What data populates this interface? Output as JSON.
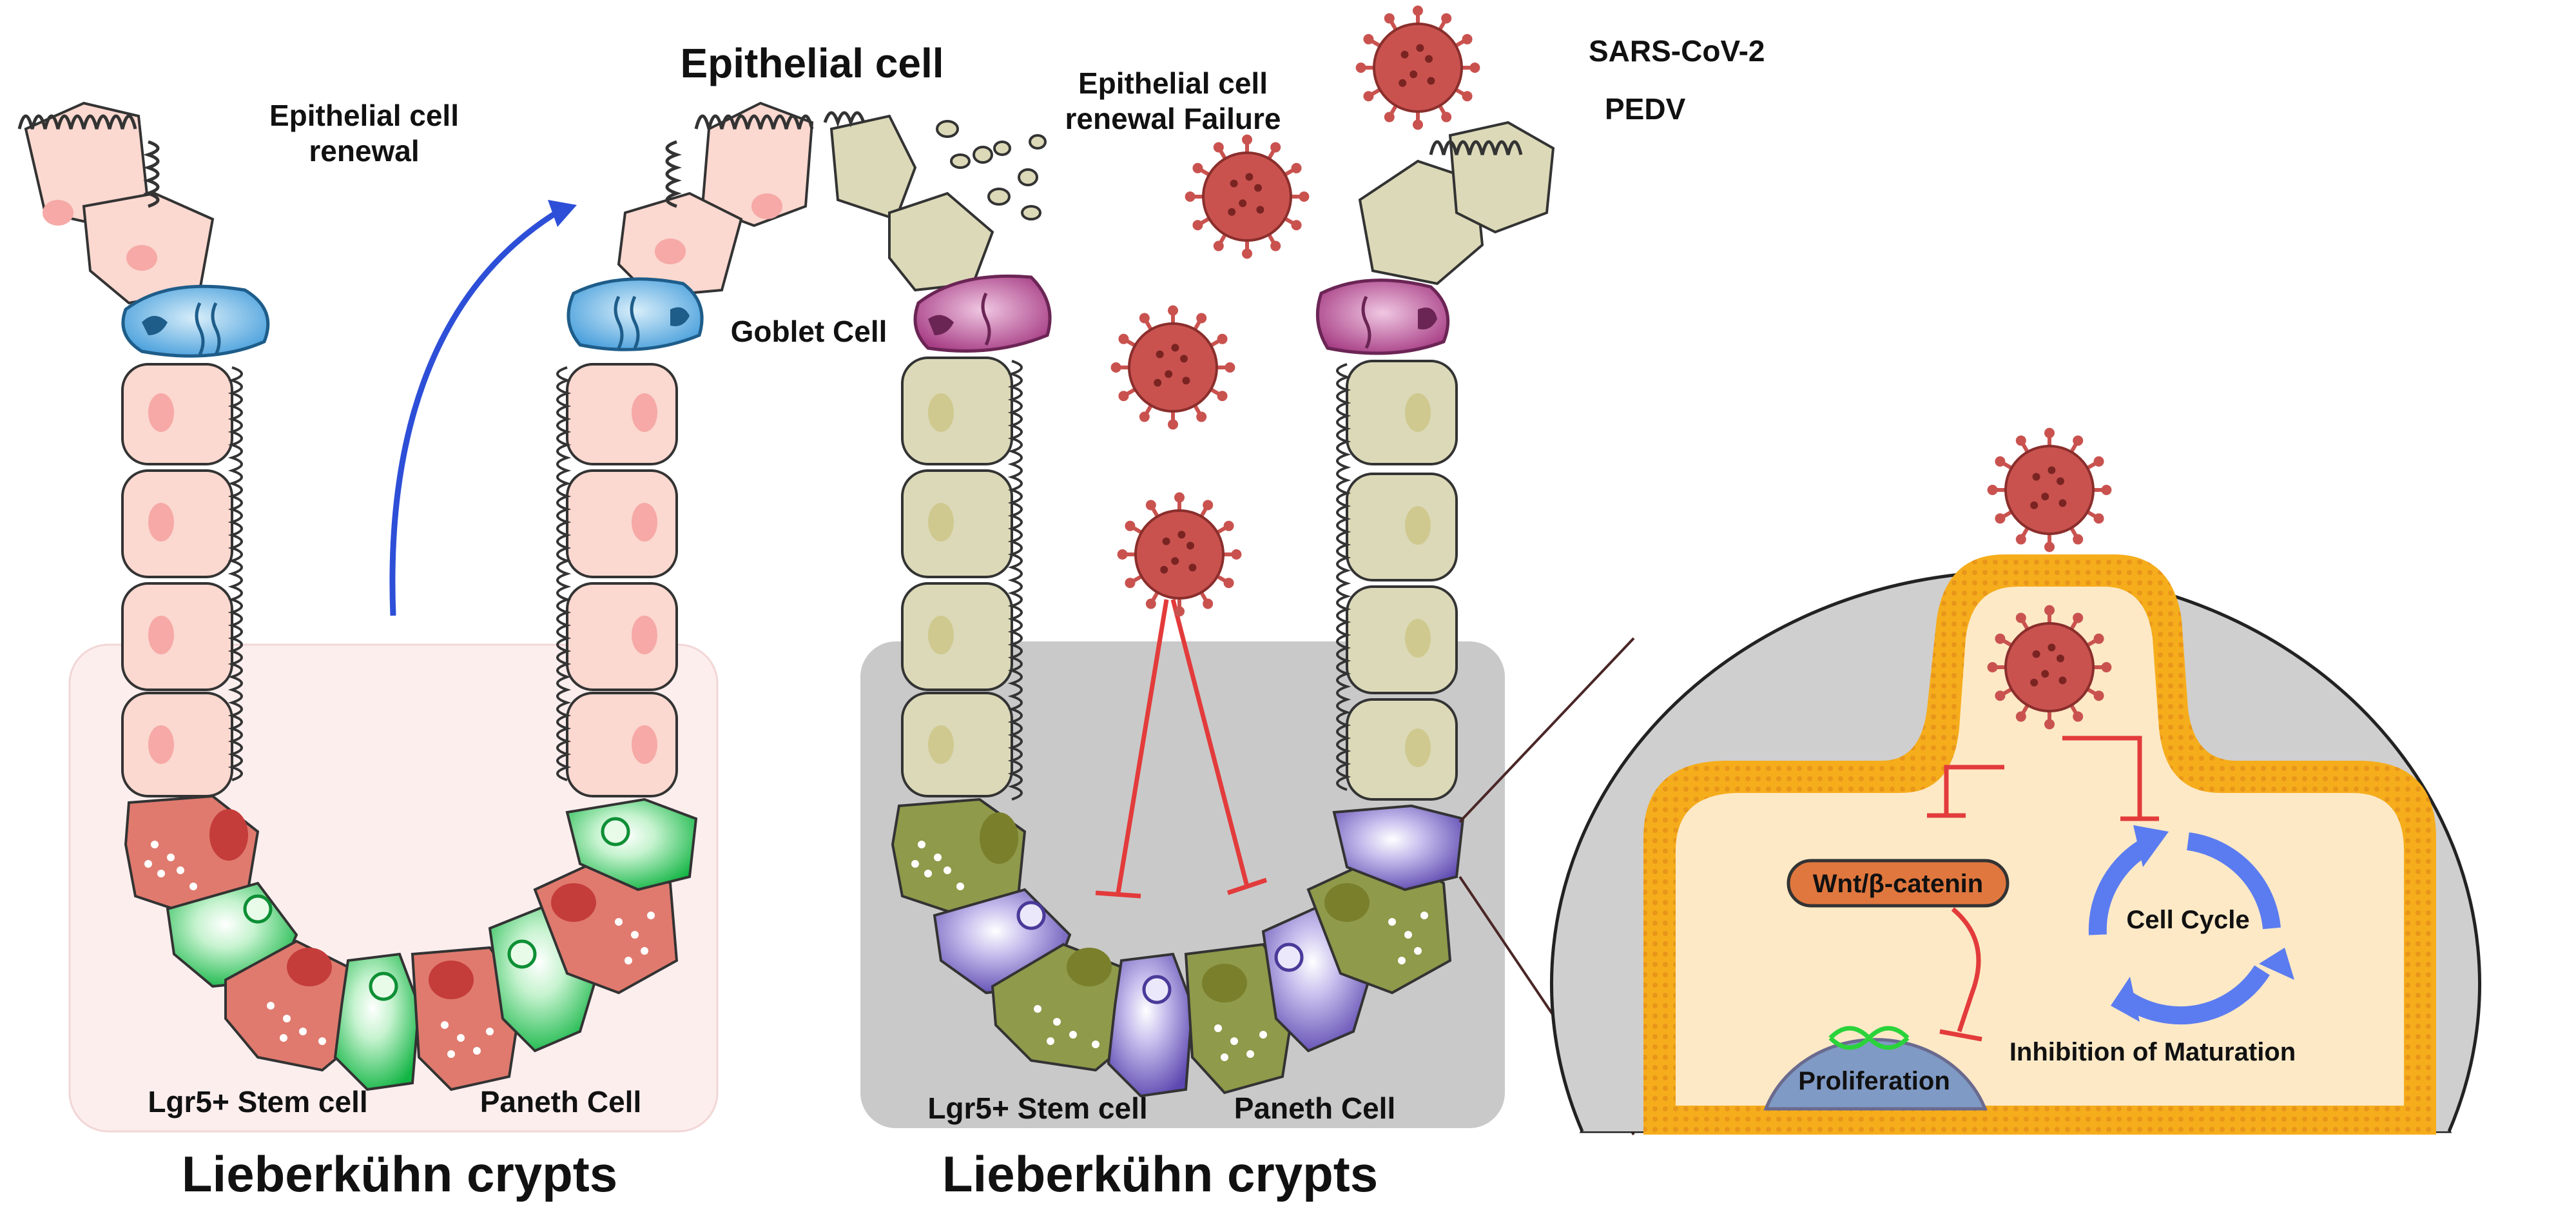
{
  "left_panel": {
    "renewal_label_line1": "Epithelial cell",
    "renewal_label_line2": "renewal",
    "epithelial_label": "Epithelial cell",
    "goblet_label": "Goblet Cell",
    "stem_label": "Lgr5+ Stem cell",
    "paneth_label": "Paneth Cell",
    "title": "Lieberkühn crypts"
  },
  "middle_panel": {
    "failure_label_line1": "Epithelial cell",
    "failure_label_line2": "renewal Failure",
    "virus_label_1": "SARS-CoV-2",
    "virus_label_2": "PEDV",
    "stem_label": "Lgr5+ Stem cell",
    "paneth_label": "Paneth Cell",
    "title": "Lieberkühn crypts"
  },
  "inset": {
    "pathway_label": "Wnt/β-catenin",
    "cycle_label": "Cell Cycle",
    "proliferation_label": "Proliferation",
    "maturation_label": "Inhibition of Maturation"
  },
  "colors": {
    "healthy_cell": "#fbd8d0",
    "healthy_nucleus": "#f6a9a6",
    "goblet": "#9fd0ee",
    "stem_green": "#2ec45a",
    "paneth_red": "#e07a6e",
    "infected_cell": "#dcd9b8",
    "infected_olive": "#8f9a4a",
    "stem_purple": "#7a68c0",
    "goblet_infected": "#b25a93",
    "virus": "#c9524f",
    "inhibit_red": "#e33b3b",
    "renewal_arrow": "#2d4fd8",
    "cycle_arrow": "#5b7cf0",
    "membrane_orange": "#f6ad1c",
    "cytoplasm": "#fde9c6",
    "wnt_box": "#e0773e"
  }
}
